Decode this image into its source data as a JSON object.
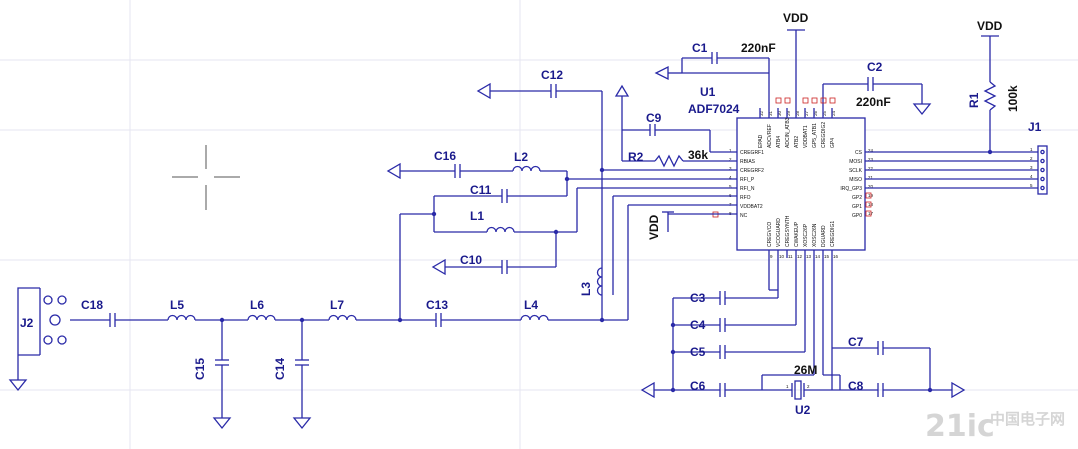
{
  "schematic": {
    "power": {
      "vdd": "VDD"
    },
    "u1": {
      "ref": "U1",
      "part": "ADF7024"
    },
    "u2": {
      "ref": "U2",
      "value": "26M"
    },
    "j1": {
      "ref": "J1"
    },
    "j2": {
      "ref": "J2"
    },
    "components": {
      "c1": {
        "ref": "C1",
        "value": "220nF"
      },
      "c2": {
        "ref": "C2",
        "value": "220nF"
      },
      "r1": {
        "ref": "R1",
        "value": "100k"
      },
      "r2": {
        "ref": "R2",
        "value": "36k"
      },
      "c9": "C9",
      "c12": "C12",
      "c16": "C16",
      "c11": "C11",
      "c10": "C10",
      "l1": "L1",
      "l2": "L2",
      "l3": "L3",
      "l4": "L4",
      "l5": "L5",
      "l6": "L6",
      "l7": "L7",
      "c13": "C13",
      "c14": "C14",
      "c15": "C15",
      "c18": "C18",
      "c3": "C3",
      "c4": "C4",
      "c5": "C5",
      "c6": "C6",
      "c7": "C7",
      "c8": "C8"
    },
    "u1_left_pins": [
      {
        "num": "1",
        "name": "CREGRF1"
      },
      {
        "num": "2",
        "name": "RBIAS"
      },
      {
        "num": "3",
        "name": "CREGRF2"
      },
      {
        "num": "4",
        "name": "RFI_P"
      },
      {
        "num": "5",
        "name": "RFI_N"
      },
      {
        "num": "6",
        "name": "RFO"
      },
      {
        "num": "7",
        "name": "VDDBAT2"
      },
      {
        "num": "8",
        "name": "NC"
      }
    ],
    "u1_right_pins": [
      {
        "num": "24",
        "name": "CS"
      },
      {
        "num": "23",
        "name": "MOSI"
      },
      {
        "num": "22",
        "name": "SCLK"
      },
      {
        "num": "21",
        "name": "MISO"
      },
      {
        "num": "20",
        "name": "IRQ_GP3"
      },
      {
        "num": "19",
        "name": "GP2"
      },
      {
        "num": "18",
        "name": "GP1"
      },
      {
        "num": "17",
        "name": "GP0"
      }
    ],
    "u1_top_pins": [
      {
        "num": "32",
        "name": "EPAD"
      },
      {
        "num": "31",
        "name": "ADCVREF"
      },
      {
        "num": "30",
        "name": "ATB4"
      },
      {
        "num": "29",
        "name": "ADCIN_ATB3"
      },
      {
        "num": "28",
        "name": "ATB2"
      },
      {
        "num": "27",
        "name": "VDDBAT1"
      },
      {
        "num": "26",
        "name": "GP5_ATB1"
      },
      {
        "num": "25",
        "name": "CREGDIG2"
      },
      {
        "num": "24",
        "name": "GP4"
      }
    ],
    "u1_bottom_pins": [
      {
        "num": "9",
        "name": "CREGVCO"
      },
      {
        "num": "10",
        "name": "VCOGUARD"
      },
      {
        "num": "11",
        "name": "CREGSYNTH"
      },
      {
        "num": "12",
        "name": "CWAKEUP"
      },
      {
        "num": "13",
        "name": "XOSC26P"
      },
      {
        "num": "14",
        "name": "XOSC26N"
      },
      {
        "num": "15",
        "name": "DGUARD"
      },
      {
        "num": "16",
        "name": "CREGDIG1"
      }
    ],
    "j1_pins": [
      "1",
      "2",
      "3",
      "4",
      "5"
    ],
    "u2_pins": [
      "1",
      "2"
    ],
    "watermark": {
      "main": "21ic",
      "sub": "中国电子网"
    }
  }
}
